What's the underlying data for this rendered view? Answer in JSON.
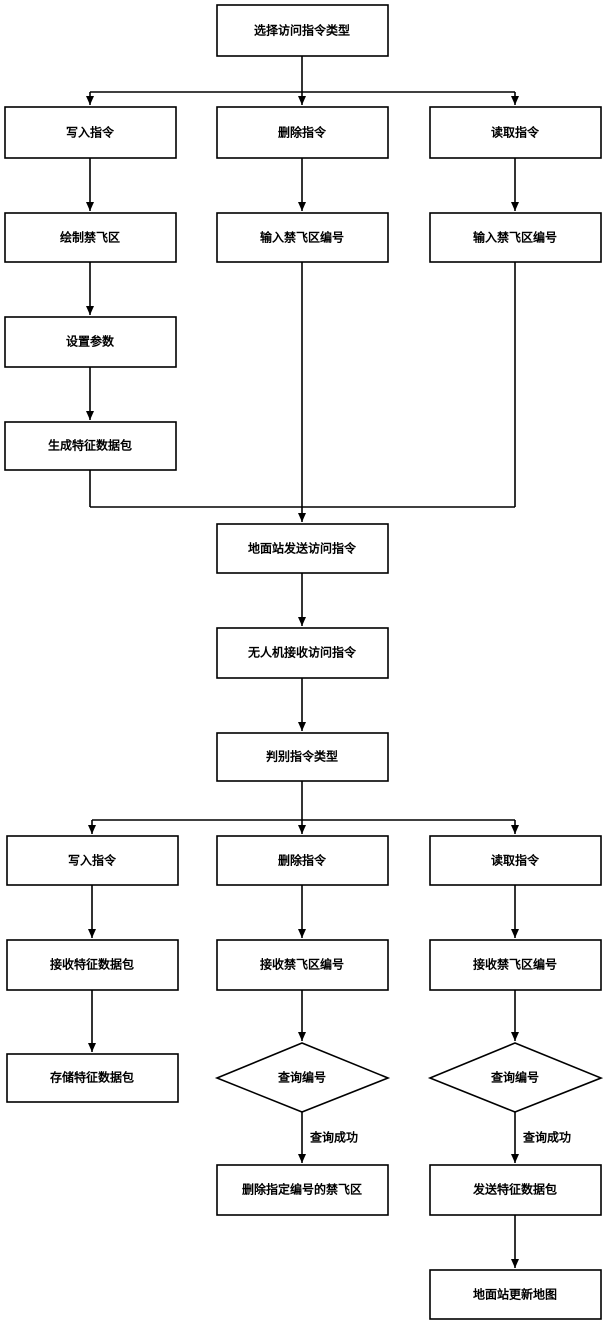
{
  "flowchart": {
    "select_type": "选择访问指令类型",
    "branch_write": "写入指令",
    "branch_delete": "删除指令",
    "branch_read": "读取指令",
    "draw_zone": "绘制禁飞区",
    "input_id_delete": "输入禁飞区编号",
    "input_id_read": "输入禁飞区编号",
    "set_params": "设置参数",
    "gen_packet": "生成特征数据包",
    "ground_send": "地面站发送访问指令",
    "uav_receive": "无人机接收访问指令",
    "judge_type": "判别指令类型",
    "branch2_write": "写入指令",
    "branch2_delete": "删除指令",
    "branch2_read": "读取指令",
    "recv_packet": "接收特征数据包",
    "recv_id_delete": "接收禁飞区编号",
    "recv_id_read": "接收禁飞区编号",
    "store_packet": "存储特征数据包",
    "query_delete": "查询编号",
    "query_read": "查询编号",
    "query_success_delete": "查询成功",
    "query_success_read": "查询成功",
    "delete_zone": "删除指定编号的禁飞区",
    "send_packet": "发送特征数据包",
    "ground_update": "地面站更新地图"
  }
}
